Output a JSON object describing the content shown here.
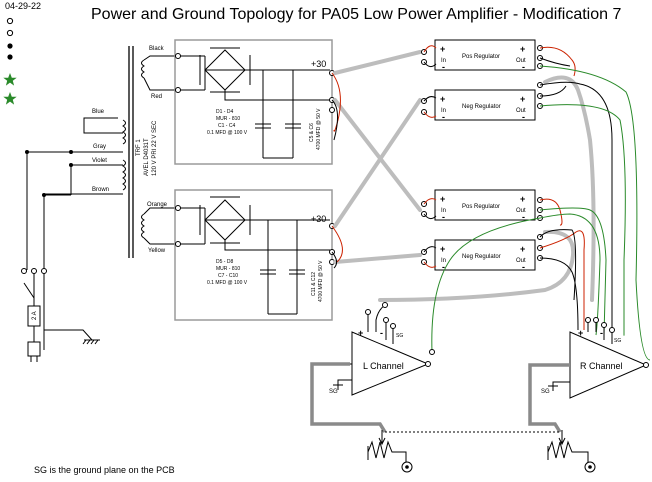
{
  "header": {
    "date": "04-29-22",
    "title": "Power and Ground Topology for PA05 Low Power Amplifier - Modification 7"
  },
  "footer": {
    "note": "SG is the ground plane on the PCB"
  },
  "legend": {
    "marks": [
      "white-dot",
      "white-dot",
      "black-dot",
      "black-dot",
      "green-star",
      "green-star"
    ],
    "star_color": "#2a8a2a"
  },
  "transformer": {
    "primary_wires": [
      "Blue",
      "Gray",
      "Violet",
      "Brown"
    ],
    "secondary_wires": [
      "Black",
      "Red",
      "Orange",
      "Yellow"
    ],
    "ref": "TRF 1",
    "part": "AVEL D4031T",
    "spec": "120 V PRI   22 V SEC"
  },
  "fuse": {
    "label": "2 A"
  },
  "supplies": [
    {
      "rail": "+30",
      "diodes": "D1 - D4",
      "diode_part": "MUR - 810",
      "caps": "C1 - C4",
      "cap_value": "0.1 MFD @ 100 V",
      "bulk_caps": "C5 & C6",
      "bulk_value": "4700 MFD @ 50 V"
    },
    {
      "rail": "+30",
      "diodes": "D5 - D8",
      "diode_part": "MUR - 810",
      "caps": "C7 - C10",
      "cap_value": "0.1 MFD @ 100 V",
      "bulk_caps": "C11 & C12",
      "bulk_value": "4700 MFD @ 50 V"
    }
  ],
  "regulators": [
    {
      "name": "Pos Regulator",
      "in_label": "In",
      "out_label": "Out"
    },
    {
      "name": "Neg Regulator",
      "in_label": "In",
      "out_label": "Out"
    },
    {
      "name": "Pos Regulator",
      "in_label": "In",
      "out_label": "Out"
    },
    {
      "name": "Neg Regulator",
      "in_label": "In",
      "out_label": "Out"
    }
  ],
  "channels": [
    {
      "name": "L Channel",
      "sg": "SG",
      "sg_lower": "SG"
    },
    {
      "name": "R Channel",
      "sg": "SG",
      "sg_lower": "SG"
    }
  ],
  "colors": {
    "wire_red": "#cc2200",
    "wire_green": "#2a8a2a",
    "wire_gray": "#bdbdbd",
    "wire_dark_gray": "#8a8a8a",
    "box_border": "#9a9a9a"
  }
}
